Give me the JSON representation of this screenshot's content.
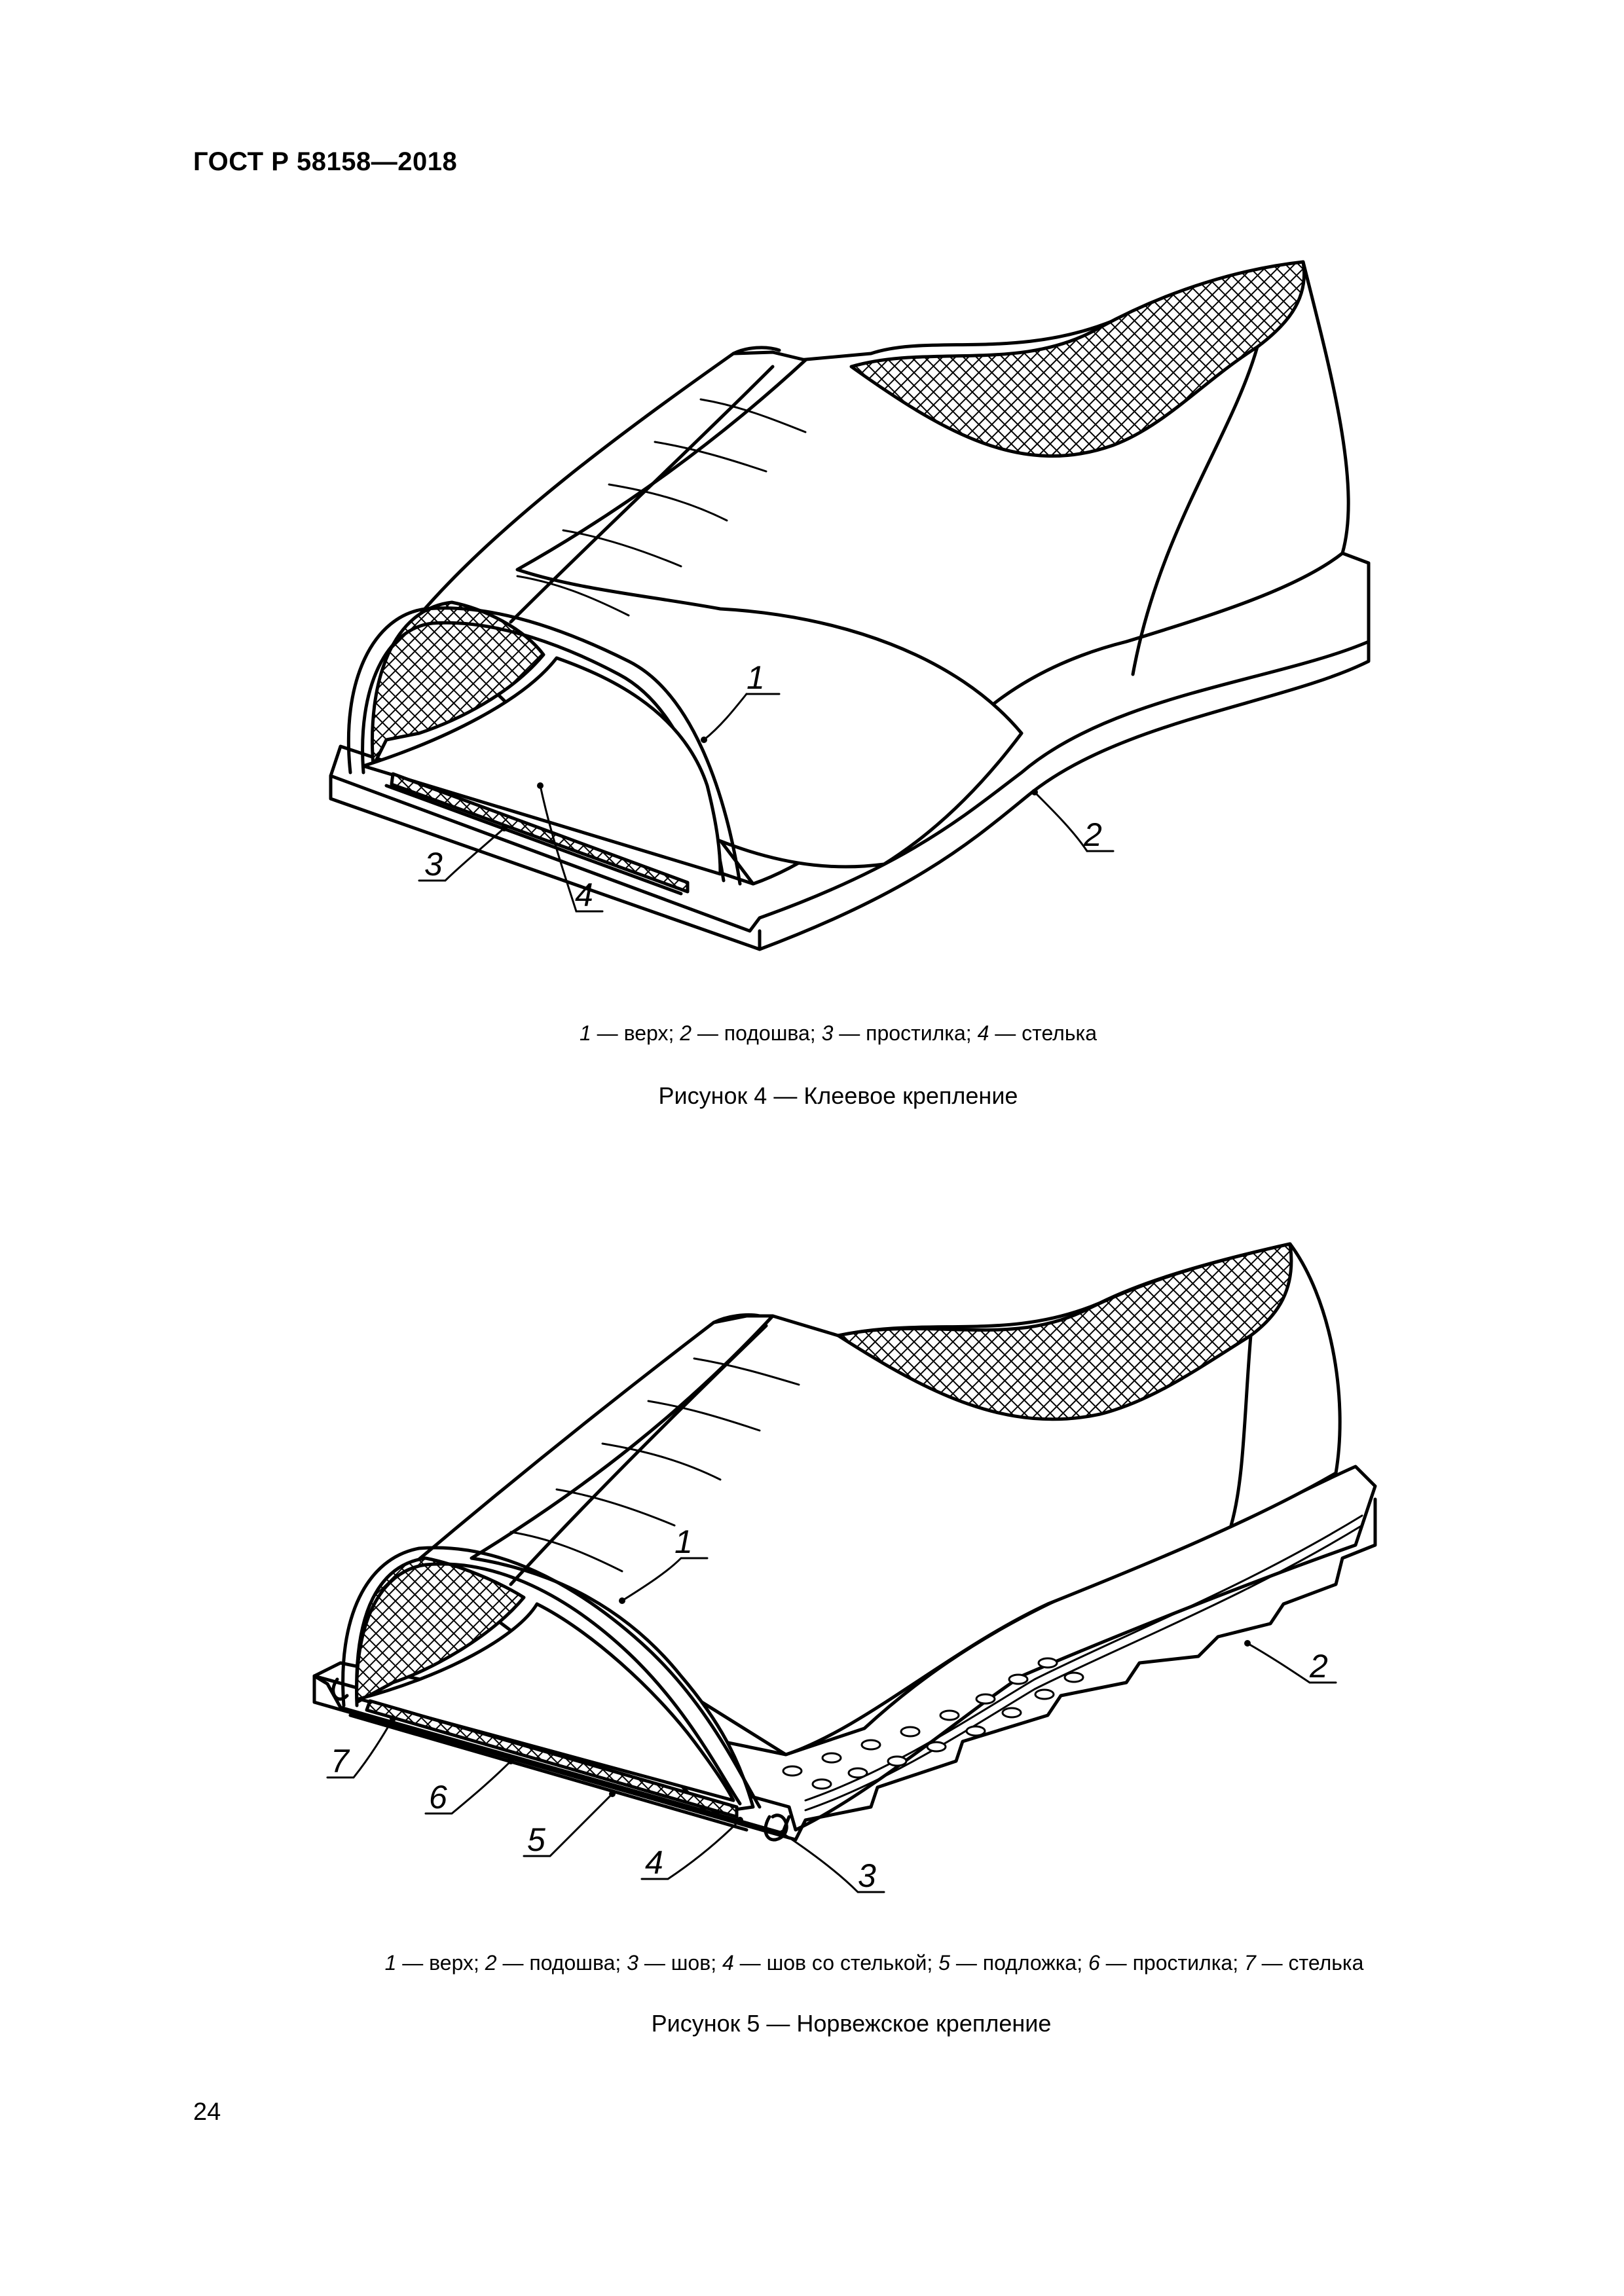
{
  "header": {
    "standard": "ГОСТ Р 58158—2018"
  },
  "figure4": {
    "callouts": [
      "1",
      "2",
      "3",
      "4"
    ],
    "legend": [
      {
        "num": "1",
        "text": " — верх; "
      },
      {
        "num": "2",
        "text": " — подошва; "
      },
      {
        "num": "3",
        "text": " — простилка; "
      },
      {
        "num": "4",
        "text": " — стелька"
      }
    ],
    "caption": "Рисунок 4 — Клеевое крепление"
  },
  "figure5": {
    "callouts": [
      "1",
      "2",
      "3",
      "4",
      "5",
      "6",
      "7"
    ],
    "legend": [
      {
        "num": "1",
        "text": " — верх; "
      },
      {
        "num": "2",
        "text": " — подошва; "
      },
      {
        "num": "3",
        "text": " — шов; "
      },
      {
        "num": "4",
        "text": " — шов со стелькой; "
      },
      {
        "num": "5",
        "text": " — подложка; "
      },
      {
        "num": "6",
        "text": " — простилка; "
      },
      {
        "num": "7",
        "text": " — стелька"
      }
    ],
    "caption": "Рисунок 5 — Норвежское крепление"
  },
  "footer": {
    "page_number": "24"
  }
}
